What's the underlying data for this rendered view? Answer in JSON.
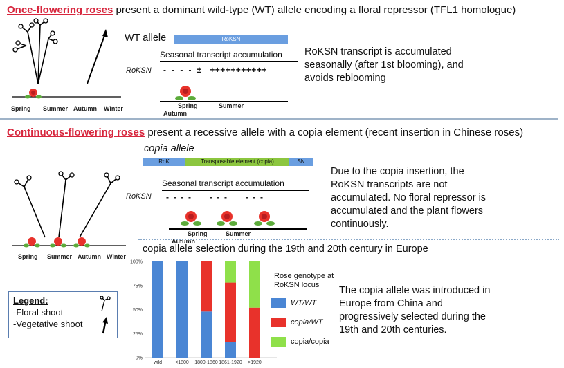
{
  "top": {
    "header_highlight": "Once-flowering roses",
    "header_rest": " present a dominant wild-type (WT) allele encoding a floral repressor (TFL1 homologue)",
    "allele_label": "WT allele",
    "gene_bar_label": "RoKSN",
    "transcript_title": "Seasonal transcript accumulation",
    "roksn_label": "RoKSN",
    "transcript_pattern": "-  -  -  -  ±   +++++++++++",
    "season_spring": "Spring",
    "season_summer": "Summer",
    "season_autumn": "Autumn",
    "description": "RoKSN transcript is accumulated seasonally (after 1st blooming), and avoids reblooming",
    "timeline": [
      "Spring",
      "Summer",
      "Autumn",
      "Winter"
    ]
  },
  "bottom": {
    "header_highlight": "Continuous-flowering roses",
    "header_rest": "  present a recessive allele with a copia element (recent insertion in Chinese roses)",
    "allele_label": "copia allele",
    "gene_left": "RoK",
    "gene_middle": "Transposable element (copia)",
    "gene_right": "SN",
    "transcript_title": "Seasonal transcript accumulation",
    "roksn_label": "RoKSN",
    "transcript_pattern": "-  -  -  -        -  -  -        -  -  -",
    "season_spring": "Spring",
    "season_summer": "Summer",
    "season_autumn": "Autumn",
    "description": "Due to the copia insertion, the RoKSN transcripts are not accumulated. No floral repressor is accumulated and the plant flowers continuously.",
    "timeline": [
      "Spring",
      "Summer",
      "Autumn",
      "Winter"
    ]
  },
  "selection": {
    "title": "copia allele selection during the 19th and 20th century in Europe",
    "description": "The copia allele was introduced in Europe from China and progressively selected during the 19th and 20th centuries."
  },
  "legend": {
    "title": "Legend:",
    "items": [
      "-Floral shoot",
      "-Vegetative shoot"
    ]
  },
  "chart_data": {
    "type": "bar",
    "stacked": true,
    "categories": [
      "wild",
      "<1800",
      "1800-1860",
      "1861-1920",
      ">1920"
    ],
    "series": [
      {
        "name": "WT/WT",
        "color": "#4a86d4",
        "values": [
          100,
          100,
          48,
          16,
          0
        ]
      },
      {
        "name": "copia/WT",
        "color": "#e8322b",
        "values": [
          0,
          0,
          52,
          62,
          52
        ]
      },
      {
        "name": "copia/copia",
        "color": "#8fe04a",
        "values": [
          0,
          0,
          0,
          22,
          48
        ]
      }
    ],
    "yticks": [
      "0%",
      "25%",
      "50%",
      "75%",
      "100%"
    ],
    "ylim": [
      0,
      100
    ],
    "legend_title": "Rose genotype at RoKSN locus"
  },
  "colors": {
    "accent_red": "#d7263d",
    "gene_blue": "#6a9ee0",
    "gene_green": "#8cc63f",
    "separator": "#9fb3c8"
  }
}
